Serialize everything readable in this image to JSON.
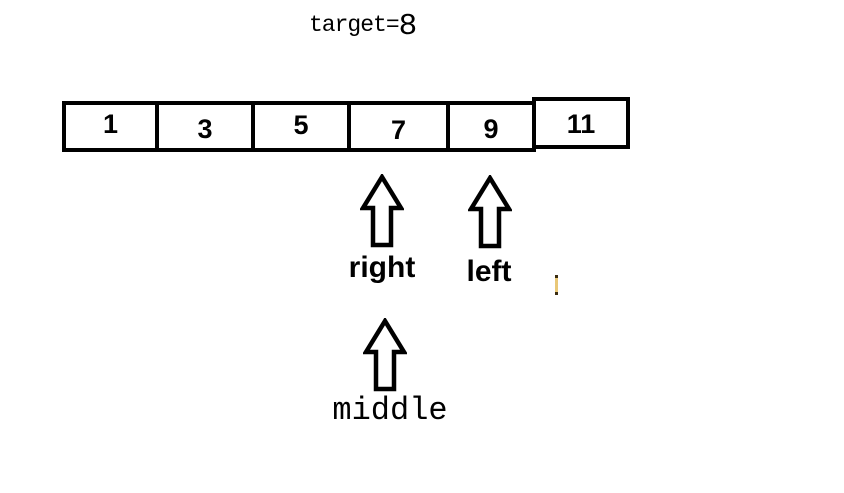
{
  "colors": {
    "background": "#ffffff",
    "ink": "#000000",
    "cursor_artifact": "#e9c878"
  },
  "title": {
    "prefix": "target=",
    "value": "8"
  },
  "array": {
    "cells": [
      "1",
      "3",
      "5",
      "7",
      "9",
      "11"
    ]
  },
  "pointers": {
    "right": {
      "label": "right",
      "icon": "up-arrow"
    },
    "left": {
      "label": "left",
      "icon": "up-arrow"
    },
    "middle": {
      "label": "middle",
      "icon": "up-arrow"
    }
  }
}
